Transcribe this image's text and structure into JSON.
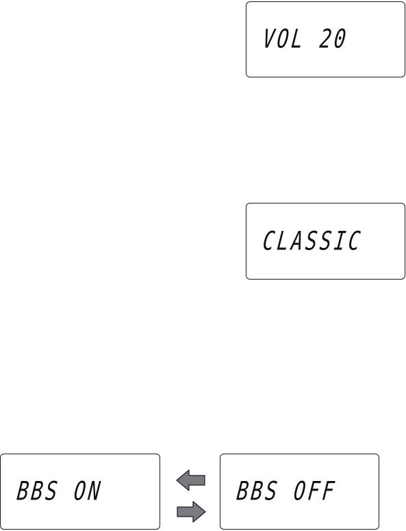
{
  "displays": {
    "volume": "VOL 20",
    "eq_mode": "CLASSIC",
    "bbs_on": "BBS ON",
    "bbs_off": "BBS OFF"
  },
  "colors": {
    "arrow_fill": "#7a7a80",
    "outline": "#1a1a1a"
  },
  "icons": [
    "arrow-left-icon",
    "arrow-right-icon"
  ]
}
